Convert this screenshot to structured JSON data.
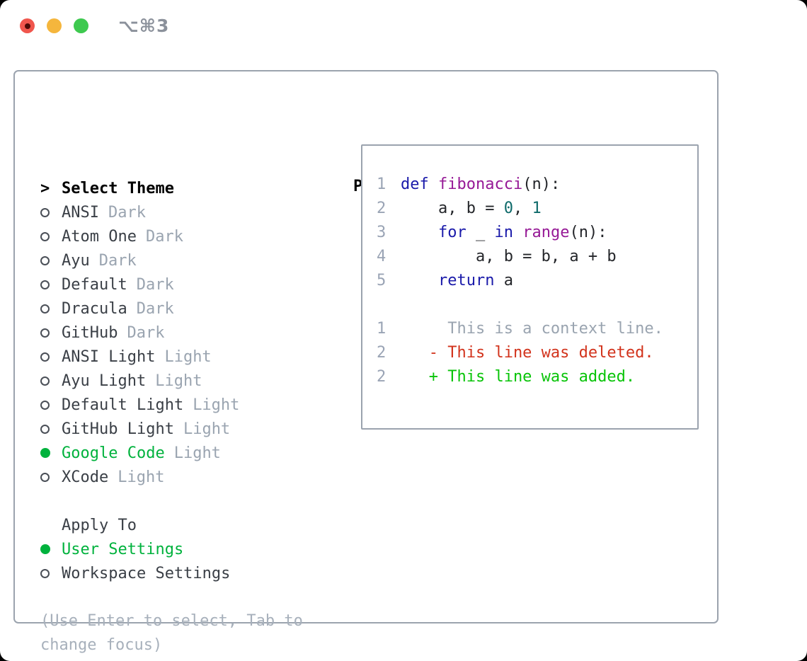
{
  "window": {
    "title": "⌥⌘3",
    "traffic_lights": [
      {
        "name": "close",
        "color": "#f0564d"
      },
      {
        "name": "minimize",
        "color": "#f5b63d"
      },
      {
        "name": "zoom",
        "color": "#3ec94f"
      }
    ]
  },
  "theme_picker": {
    "header": {
      "prompt": ">",
      "label": "Select Theme"
    },
    "themes": [
      {
        "name": "ANSI",
        "variant": "Dark",
        "selected": false
      },
      {
        "name": "Atom One",
        "variant": "Dark",
        "selected": false
      },
      {
        "name": "Ayu",
        "variant": "Dark",
        "selected": false
      },
      {
        "name": "Default",
        "variant": "Dark",
        "selected": false
      },
      {
        "name": "Dracula",
        "variant": "Dark",
        "selected": false
      },
      {
        "name": "GitHub",
        "variant": "Dark",
        "selected": false
      },
      {
        "name": "ANSI Light",
        "variant": "Light",
        "selected": false
      },
      {
        "name": "Ayu Light",
        "variant": "Light",
        "selected": false
      },
      {
        "name": "Default Light",
        "variant": "Light",
        "selected": false
      },
      {
        "name": "GitHub Light",
        "variant": "Light",
        "selected": false
      },
      {
        "name": "Google Code",
        "variant": "Light",
        "selected": true
      },
      {
        "name": "XCode",
        "variant": "Light",
        "selected": false
      }
    ],
    "apply_to": {
      "header": "Apply To",
      "options": [
        {
          "name": "User Settings",
          "selected": true
        },
        {
          "name": "Workspace Settings",
          "selected": false
        }
      ]
    },
    "help_text": "(Use Enter to select, Tab to change focus)",
    "accent_green": "#00b23d"
  },
  "preview": {
    "title": "Preview",
    "colors": {
      "keyword": "#1a1aaa",
      "function": "#961996",
      "literal": "#0e6a6a",
      "default": "#24262a",
      "line_number": "#9aa4b5",
      "context": "#9aa4b0",
      "deleted": "#d2331c",
      "added": "#08c408"
    },
    "code_lines": [
      {
        "number": "1",
        "segments": [
          {
            "text": "def",
            "color": "keyword"
          },
          {
            "text": " ",
            "color": "default"
          },
          {
            "text": "fibonacci",
            "color": "function"
          },
          {
            "text": "(n):",
            "color": "default"
          }
        ]
      },
      {
        "number": "2",
        "segments": [
          {
            "text": "    a, b = ",
            "color": "default"
          },
          {
            "text": "0",
            "color": "literal"
          },
          {
            "text": ", ",
            "color": "default"
          },
          {
            "text": "1",
            "color": "literal"
          }
        ]
      },
      {
        "number": "3",
        "segments": [
          {
            "text": "    ",
            "color": "default"
          },
          {
            "text": "for",
            "color": "keyword"
          },
          {
            "text": " _ ",
            "color": "default"
          },
          {
            "text": "in",
            "color": "keyword"
          },
          {
            "text": " ",
            "color": "default"
          },
          {
            "text": "range",
            "color": "function"
          },
          {
            "text": "(n):",
            "color": "default"
          }
        ]
      },
      {
        "number": "4",
        "segments": [
          {
            "text": "        a, b = b, a + b",
            "color": "default"
          }
        ]
      },
      {
        "number": "5",
        "segments": [
          {
            "text": "    ",
            "color": "default"
          },
          {
            "text": "return",
            "color": "keyword"
          },
          {
            "text": " a",
            "color": "default"
          }
        ]
      }
    ],
    "diff_lines": [
      {
        "number": "1",
        "marker": " ",
        "text": "This is a context line.",
        "type": "context"
      },
      {
        "number": "2",
        "marker": "-",
        "text": "This line was deleted.",
        "type": "deleted"
      },
      {
        "number": "2",
        "marker": "+",
        "text": "This line was added.",
        "type": "added"
      }
    ]
  }
}
